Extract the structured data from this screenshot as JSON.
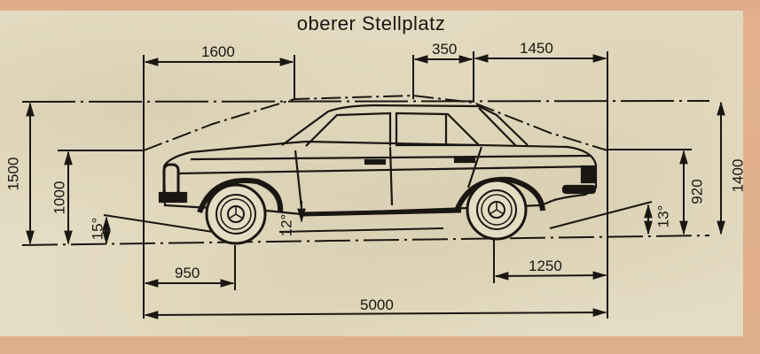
{
  "title": "oberer Stellplatz",
  "dimensions": {
    "top_left_overhang": "1600",
    "top_mid": "350",
    "top_right": "1450",
    "left_total_height": "1500",
    "left_inner_height": "1000",
    "left_angle": "15°",
    "center_angle": "12°",
    "right_angle": "13°",
    "right_inner_height": "920",
    "right_total_height": "1400",
    "bottom_left": "950",
    "bottom_right": "1250",
    "bottom_total": "5000"
  },
  "colors": {
    "ink": "#1a1612",
    "paper": "#e4dcc3",
    "frame": "#dfae8a"
  }
}
